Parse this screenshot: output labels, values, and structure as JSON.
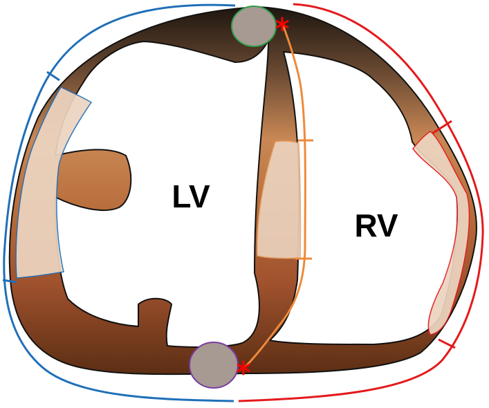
{
  "labels": {
    "left_ventricle": "LV",
    "right_ventricle": "RV"
  },
  "colors": {
    "background": "#ffffff",
    "myocardium_dark": "#231a12",
    "myocardium_mid": "#c98855",
    "myocardium_brown": "#a0522d",
    "myocardium_bottom": "#5c2e14",
    "segment_fill": "#ecd4c0",
    "insertion_fill": "#a69a92",
    "lv_contour": "#1f6fb8",
    "rv_contour": "#e41a1c",
    "septal_contour": "#ee8a3a",
    "insertion_marker": "#ff0000",
    "anterior_insertion_outline": "#2e9e4a",
    "inferior_insertion_outline": "#7a3aa0"
  },
  "icons": {
    "insertion_marker": "asterisk"
  }
}
